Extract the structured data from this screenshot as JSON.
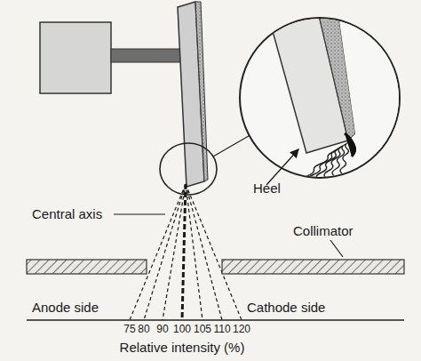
{
  "diagram": {
    "labels": [
      "Heel",
      "Central axis",
      "Collimator",
      "Anode side",
      "Cathode side",
      "75",
      "80",
      "90",
      "100",
      "105",
      "110",
      "120",
      "Relative intensity (%)"
    ]
  }
}
